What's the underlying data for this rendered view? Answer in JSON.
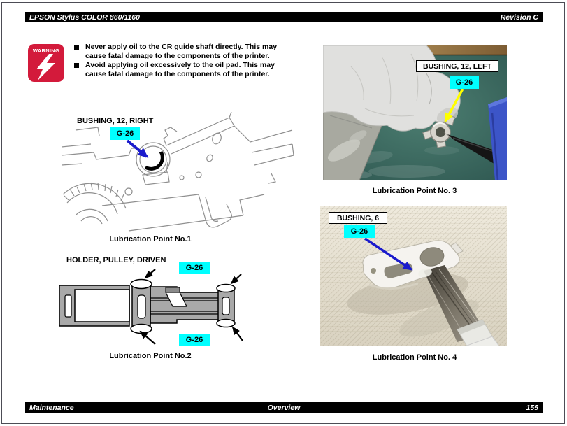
{
  "header": {
    "title": "EPSON Stylus COLOR 860/1160",
    "revision": "Revision C"
  },
  "footer": {
    "section": "Maintenance",
    "subsection": "Overview",
    "page_number": "155"
  },
  "warning": {
    "label": "WARNING",
    "items": [
      "Never apply oil to the CR guide shaft directly. This may cause fatal damage to the components of the printer.",
      "Avoid applying oil excessively to the oil pad. This may cause fatal damage to the components of the printer."
    ]
  },
  "figures": {
    "fig1": {
      "part_label": "BUSHING, 12, RIGHT",
      "grease_label": "G-26",
      "caption": "Lubrication Point No.1"
    },
    "fig2": {
      "part_label": "HOLDER, PULLEY, DRIVEN",
      "grease_label_top": "G-26",
      "grease_label_bottom": "G-26",
      "caption": "Lubrication Point No.2"
    },
    "fig3": {
      "part_label": "BUSHING, 12, LEFT",
      "grease_label": "G-26",
      "caption": "Lubrication Point No. 3"
    },
    "fig4": {
      "part_label": "BUSHING, 6",
      "grease_label": "G-26",
      "caption": "Lubrication Point No. 4"
    }
  },
  "colors": {
    "bar_black": "#000000",
    "grease_highlight_cyan": "#00ffff",
    "warning_red": "#d31a3b",
    "arrow_blue": "#1a1acc",
    "arrow_yellow": "#ffff00"
  }
}
